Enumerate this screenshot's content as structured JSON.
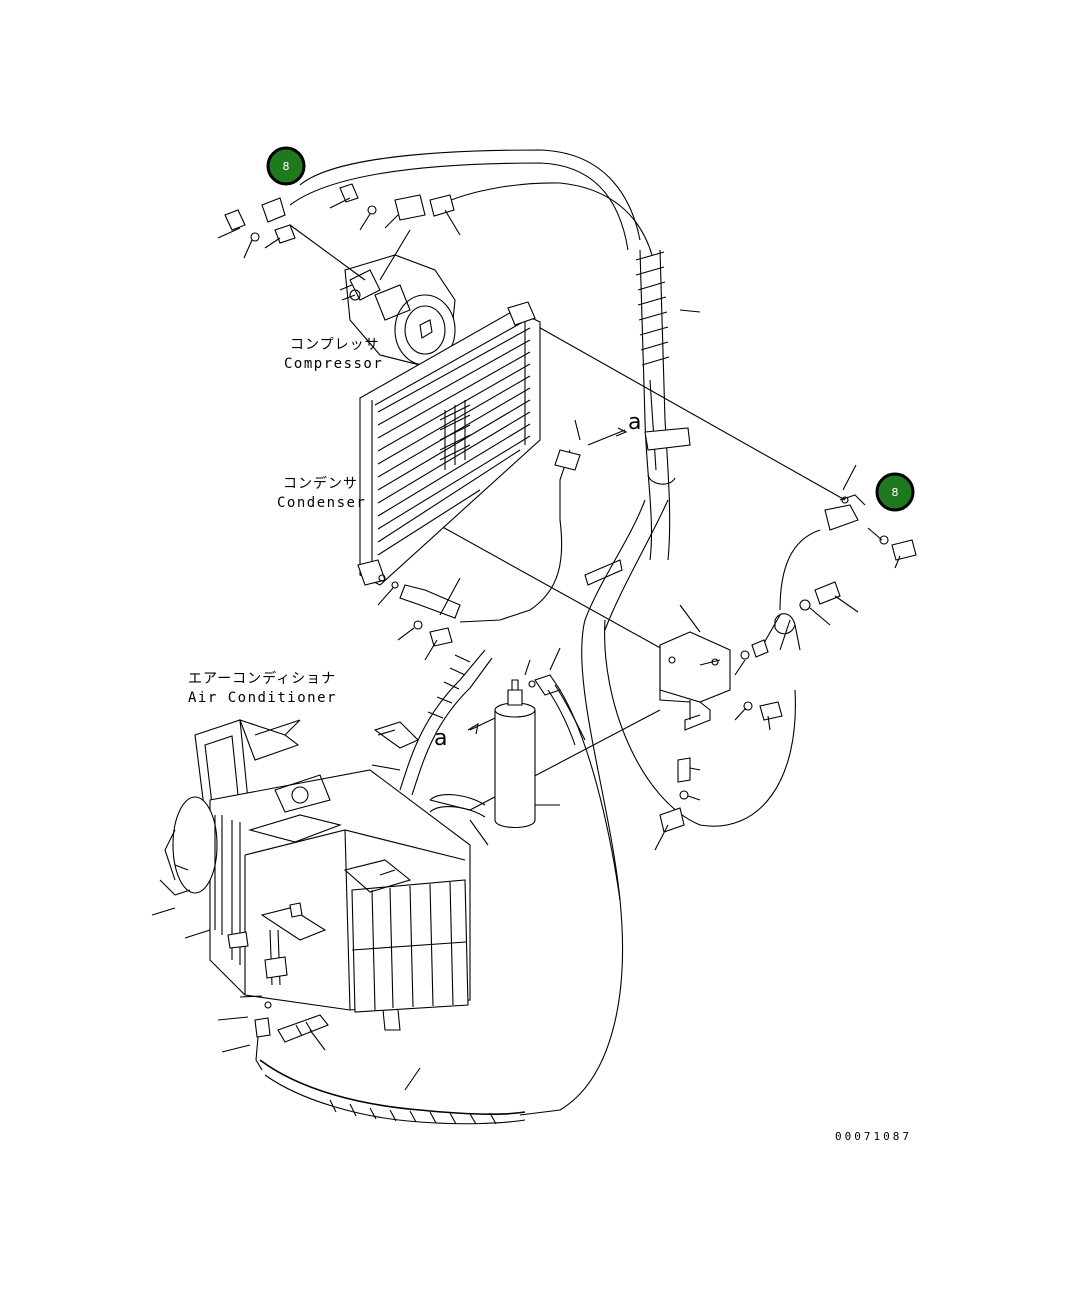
{
  "labels": {
    "compressor_jp": "コンプレッサ",
    "compressor_en": "Compressor",
    "condenser_jp": "コンデンサ",
    "condenser_en": "Condenser",
    "air_conditioner_jp": "エアーコンディショナ",
    "air_conditioner_en": "Air Conditioner",
    "connection_a_top": "a",
    "connection_a_bottom": "a",
    "document_number": "00071087"
  },
  "callouts": [
    {
      "label": "8"
    },
    {
      "label": "8"
    }
  ],
  "colors": {
    "callout_fill": "#1f7a1f",
    "callout_ring": "#000000",
    "line": "#000000",
    "background": "#ffffff"
  }
}
